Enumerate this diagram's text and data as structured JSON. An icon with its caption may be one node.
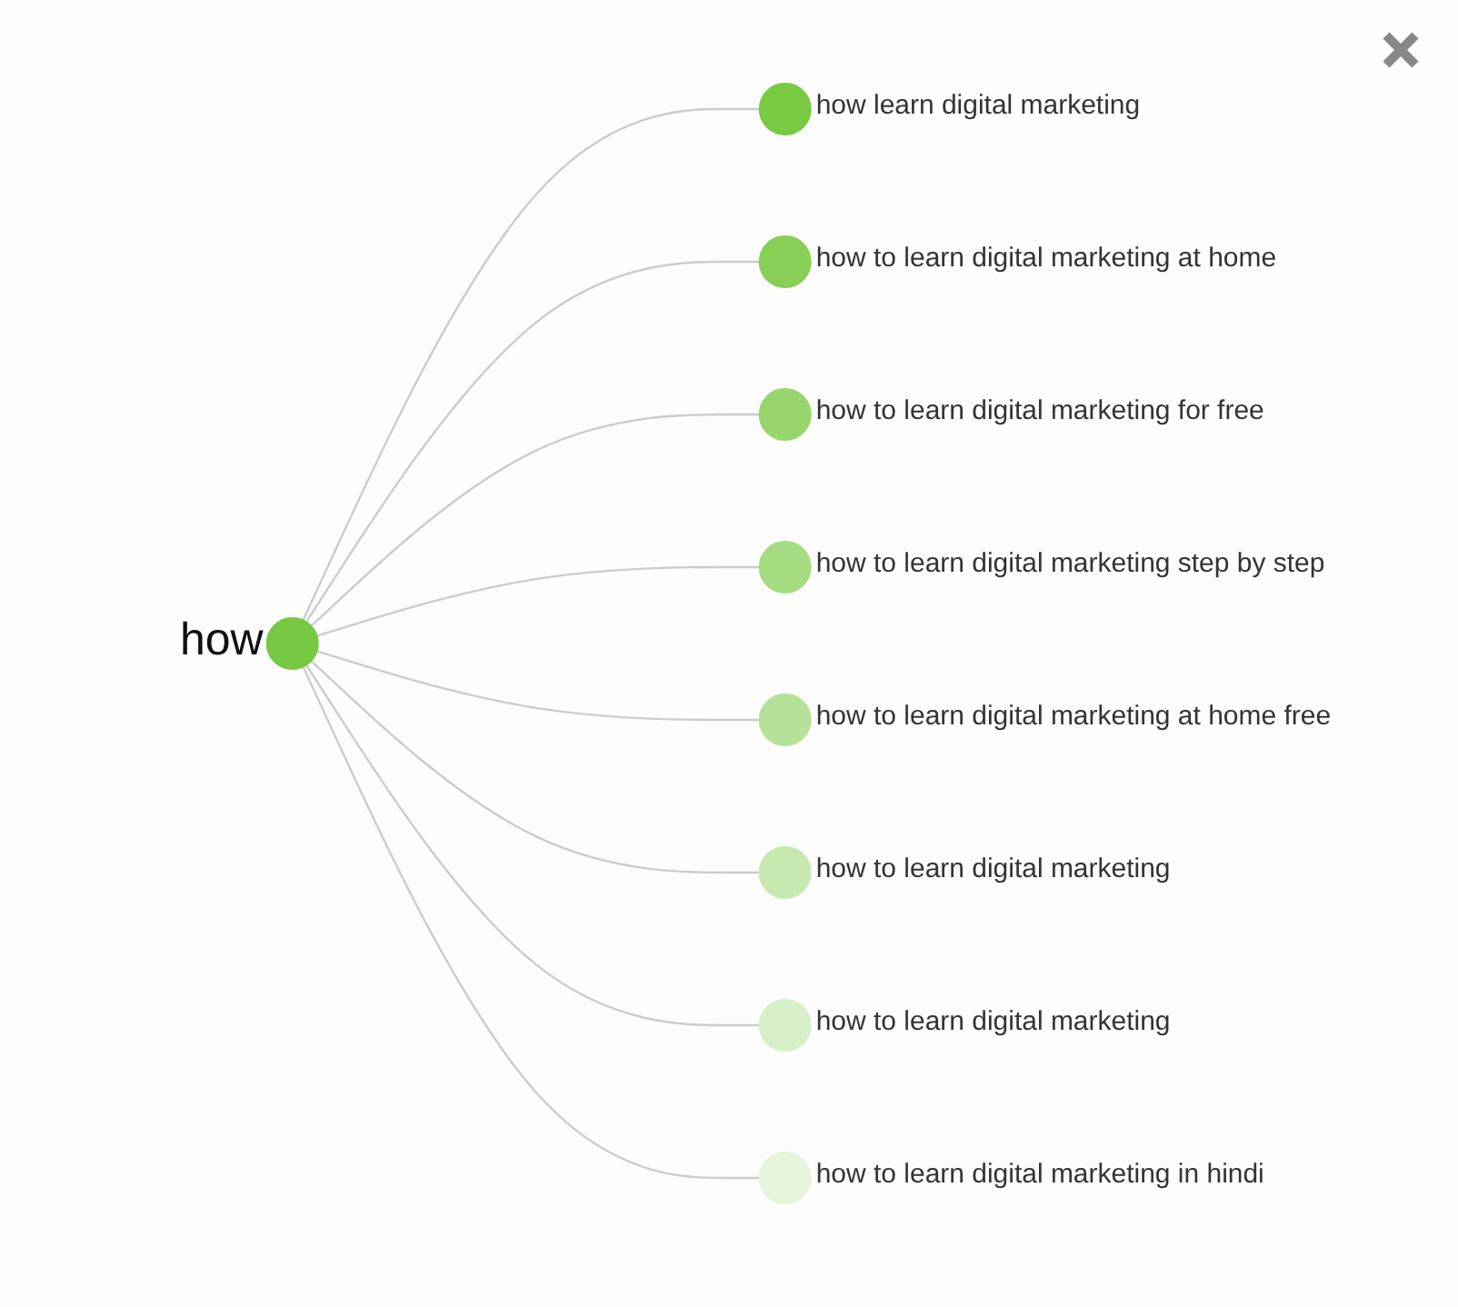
{
  "diagram": {
    "nodes": [
      {
        "text": [],
        "shape": "circle",
        "beside": [
          "how"
        ]
      },
      {
        "text": [],
        "shape": "circle",
        "beside": [
          "how learn digital marketing"
        ]
      },
      {
        "text": [],
        "shape": "circle",
        "beside": [
          "how to learn digital marketing at home"
        ]
      },
      {
        "text": [],
        "shape": "circle",
        "beside": [
          "how to learn digital marketing for free"
        ]
      },
      {
        "text": [],
        "shape": "circle",
        "beside": [
          "how to learn digital marketing step by step"
        ]
      },
      {
        "text": [],
        "shape": "circle",
        "beside": [
          "how to learn digital marketing at home free"
        ]
      },
      {
        "text": [],
        "shape": "circle",
        "beside": [
          "how to learn digital marketing"
        ]
      },
      {
        "text": [],
        "shape": "circle",
        "beside": [
          "how to learn digital marketing"
        ]
      },
      {
        "text": [],
        "shape": "circle",
        "beside": [
          "how to learn digital marketing in hindi"
        ]
      }
    ],
    "edges": [
      {
        "from": 0,
        "to": 1,
        "arrow": "none"
      },
      {
        "from": 0,
        "to": 2,
        "arrow": "none"
      },
      {
        "from": 0,
        "to": 3,
        "arrow": "none"
      },
      {
        "from": 0,
        "to": 4,
        "arrow": "none"
      },
      {
        "from": 0,
        "to": 5,
        "arrow": "none"
      },
      {
        "from": 0,
        "to": 6,
        "arrow": "none"
      },
      {
        "from": 0,
        "to": 7,
        "arrow": "none"
      },
      {
        "from": 0,
        "to": 8,
        "arrow": "none"
      }
    ]
  }
}
